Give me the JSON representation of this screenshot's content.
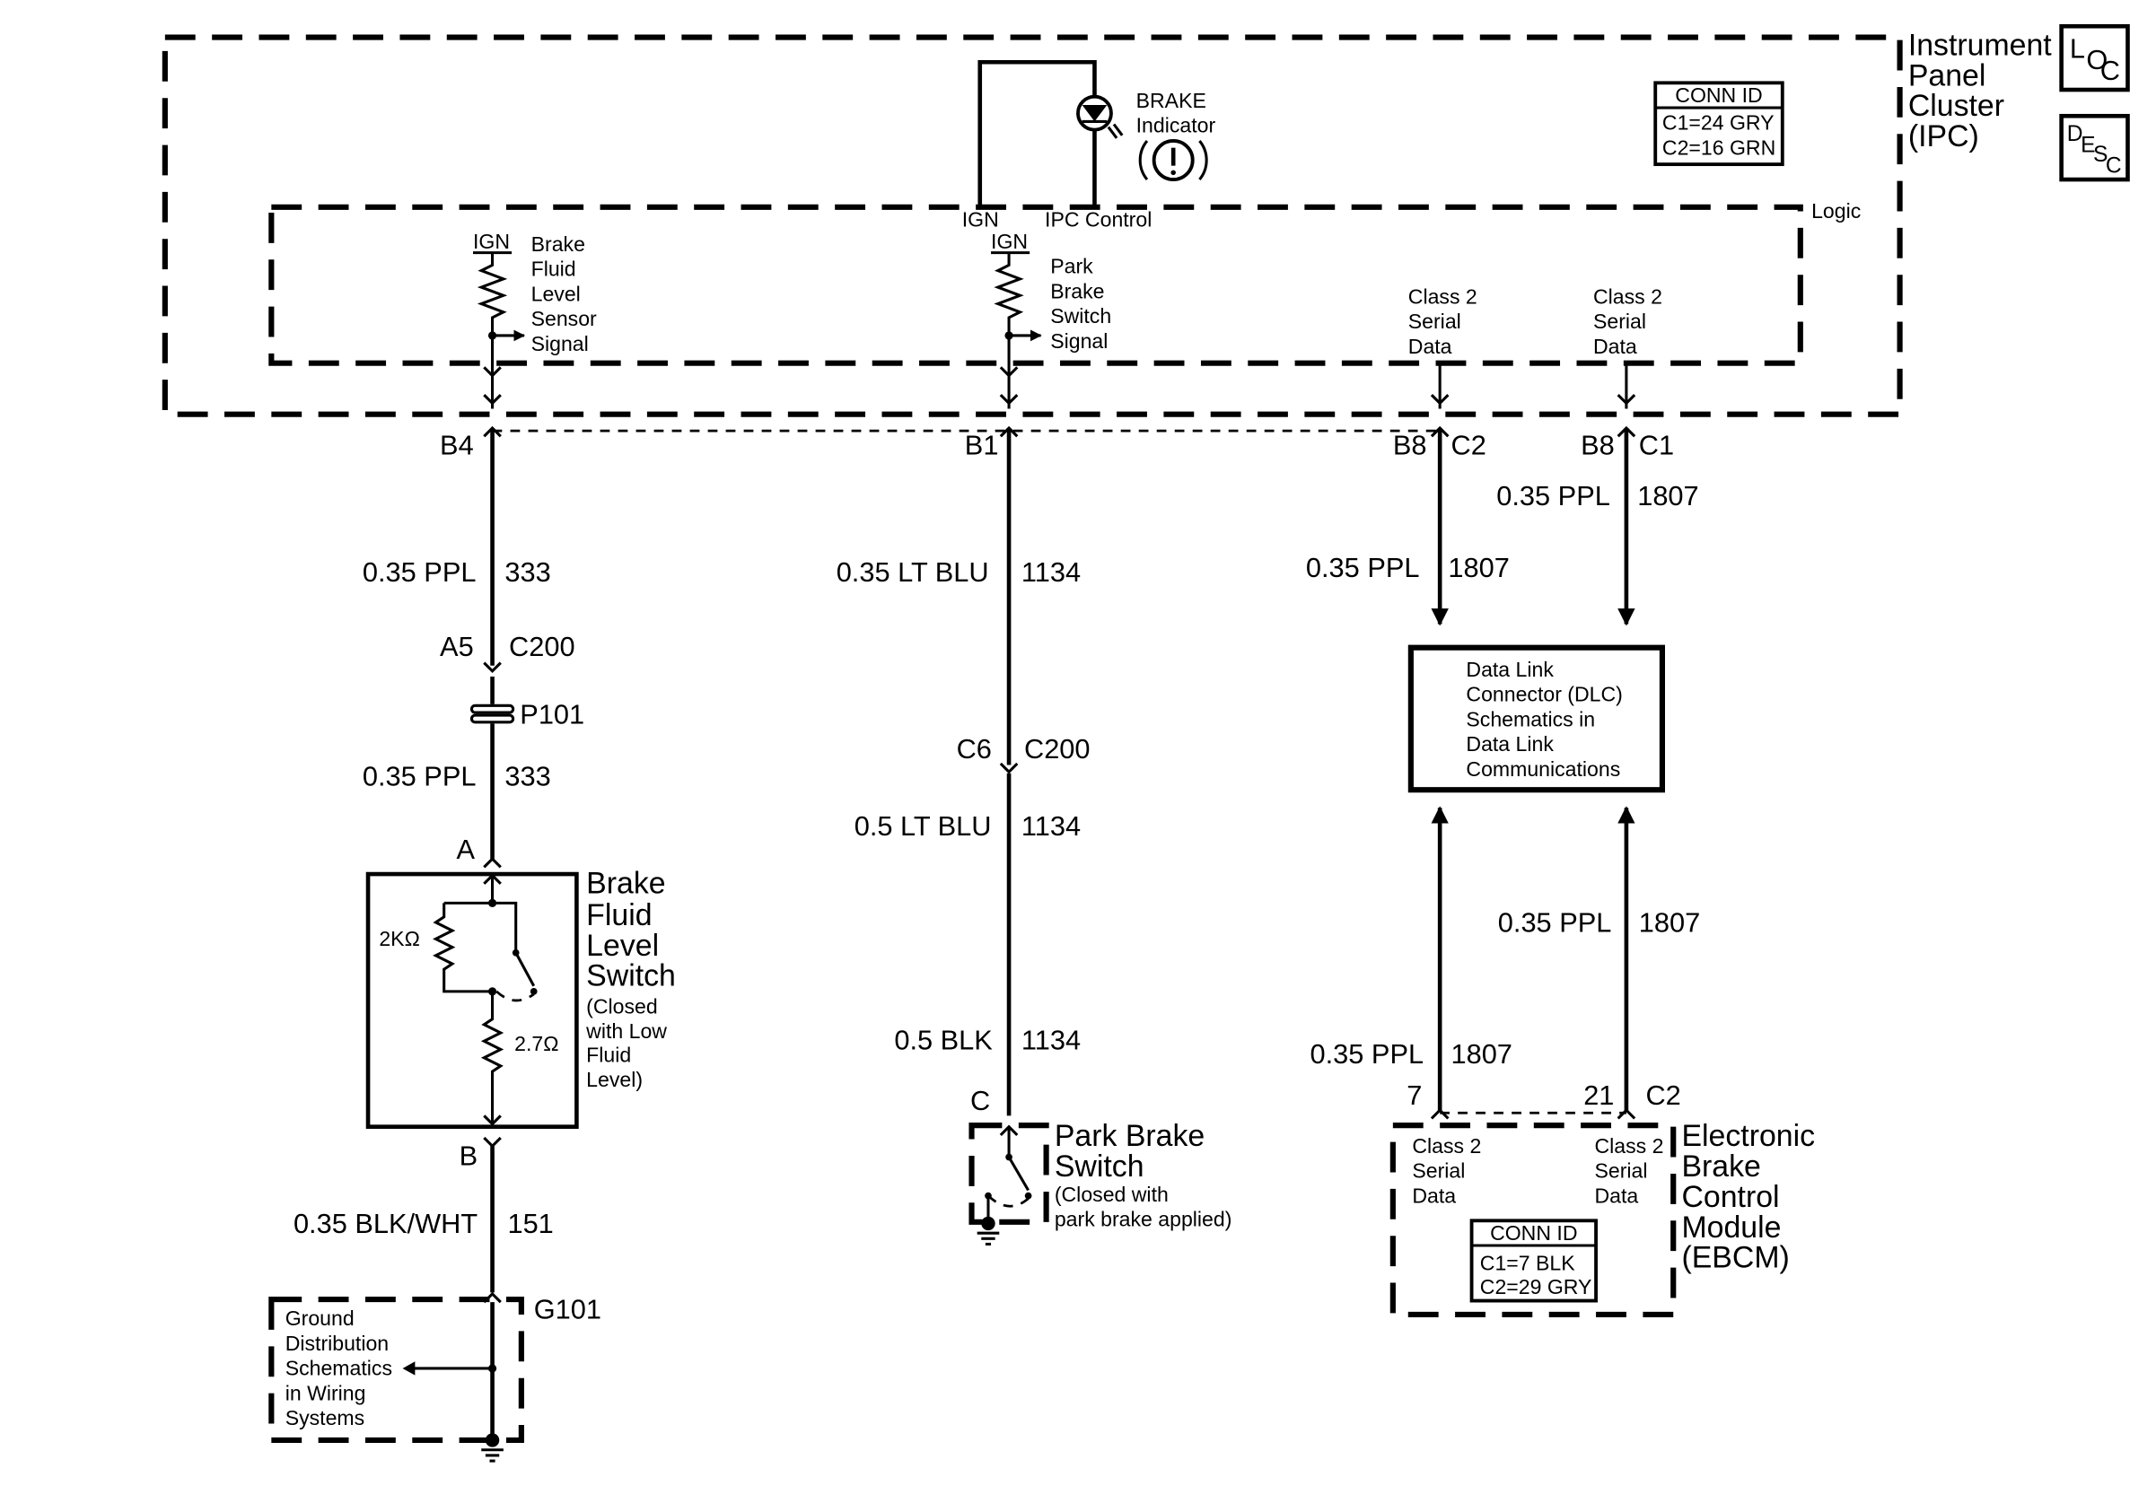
{
  "ipc": {
    "title_lines": [
      "Instrument",
      "Panel",
      "Cluster",
      "(IPC)"
    ],
    "loc_icon": "LOC",
    "desc_icon": "DESC",
    "logic_label": "Logic",
    "conn_title": "CONN ID",
    "conn_lines": [
      "C1=24 GRY",
      "C2=16 GRN"
    ],
    "indicator_lines": [
      "BRAKE",
      "Indicator"
    ],
    "ign_left": "IGN",
    "ipc_control": "IPC Control",
    "fluid_ign": "IGN",
    "fluid_signal": [
      "Brake",
      "Fluid",
      "Level",
      "Sensor",
      "Signal"
    ],
    "park_ign": "IGN",
    "park_signal": [
      "Park",
      "Brake",
      "Switch",
      "Signal"
    ],
    "class2_left": [
      "Class 2",
      "Serial",
      "Data"
    ],
    "class2_right": [
      "Class 2",
      "Serial",
      "Data"
    ]
  },
  "pins": {
    "b4": "B4",
    "b1": "B1",
    "b8_left": "B8",
    "c2_top": "C2",
    "b8_right": "B8",
    "c1_top": "C1"
  },
  "wires": {
    "fluid_top": {
      "gauge": "0.35 PPL",
      "circuit": "333"
    },
    "fluid_mid": {
      "gauge": "0.35 PPL",
      "circuit": "333"
    },
    "fluid_ground": {
      "gauge": "0.35 BLK/WHT",
      "circuit": "151"
    },
    "park_top": {
      "gauge": "0.35 LT BLU",
      "circuit": "1134"
    },
    "park_mid": {
      "gauge": "0.5 LT BLU",
      "circuit": "1134"
    },
    "park_bottom": {
      "gauge": "0.5 BLK",
      "circuit": "1134"
    },
    "dlc_left_top": {
      "gauge": "0.35 PPL",
      "circuit": "1807"
    },
    "dlc_right_top": {
      "gauge": "0.35 PPL",
      "circuit": "1807"
    },
    "dlc_right_bottom": {
      "gauge": "0.35 PPL",
      "circuit": "1807"
    },
    "dlc_left_bottom": {
      "gauge": "0.35 PPL",
      "circuit": "1807"
    }
  },
  "connectors": {
    "a5": "A5",
    "c200_fluid": "C200",
    "p101": "P101",
    "c6": "C6",
    "c200_park": "C200",
    "pin_a": "A",
    "pin_b": "B",
    "pin_c": "C",
    "g101": "G101"
  },
  "fluid_switch": {
    "title_lines": [
      "Brake",
      "Fluid",
      "Level",
      "Switch"
    ],
    "note_lines": [
      "(Closed",
      "with Low",
      "Fluid",
      "Level)"
    ],
    "r1": "2KΩ",
    "r2": "2.7Ω"
  },
  "park_switch": {
    "title_lines": [
      "Park Brake",
      "Switch"
    ],
    "note_lines": [
      "(Closed with",
      "park brake applied)"
    ]
  },
  "ground": {
    "lines": [
      "Ground",
      "Distribution",
      "Schematics",
      "in Wiring",
      "Systems"
    ]
  },
  "dlc": {
    "lines": [
      "Data Link",
      "Connector (DLC)",
      "Schematics in",
      "Data Link",
      "Communications"
    ]
  },
  "ebcm": {
    "title_lines": [
      "Electronic",
      "Brake",
      "Control",
      "Module",
      "(EBCM)"
    ],
    "pin_7": "7",
    "pin_21": "21",
    "c2": "C2",
    "class2_left": [
      "Class 2",
      "Serial",
      "Data"
    ],
    "class2_right": [
      "Class 2",
      "Serial",
      "Data"
    ],
    "conn_title": "CONN ID",
    "conn_lines": [
      "C1=7 BLK",
      "C2=29 GRY"
    ]
  }
}
